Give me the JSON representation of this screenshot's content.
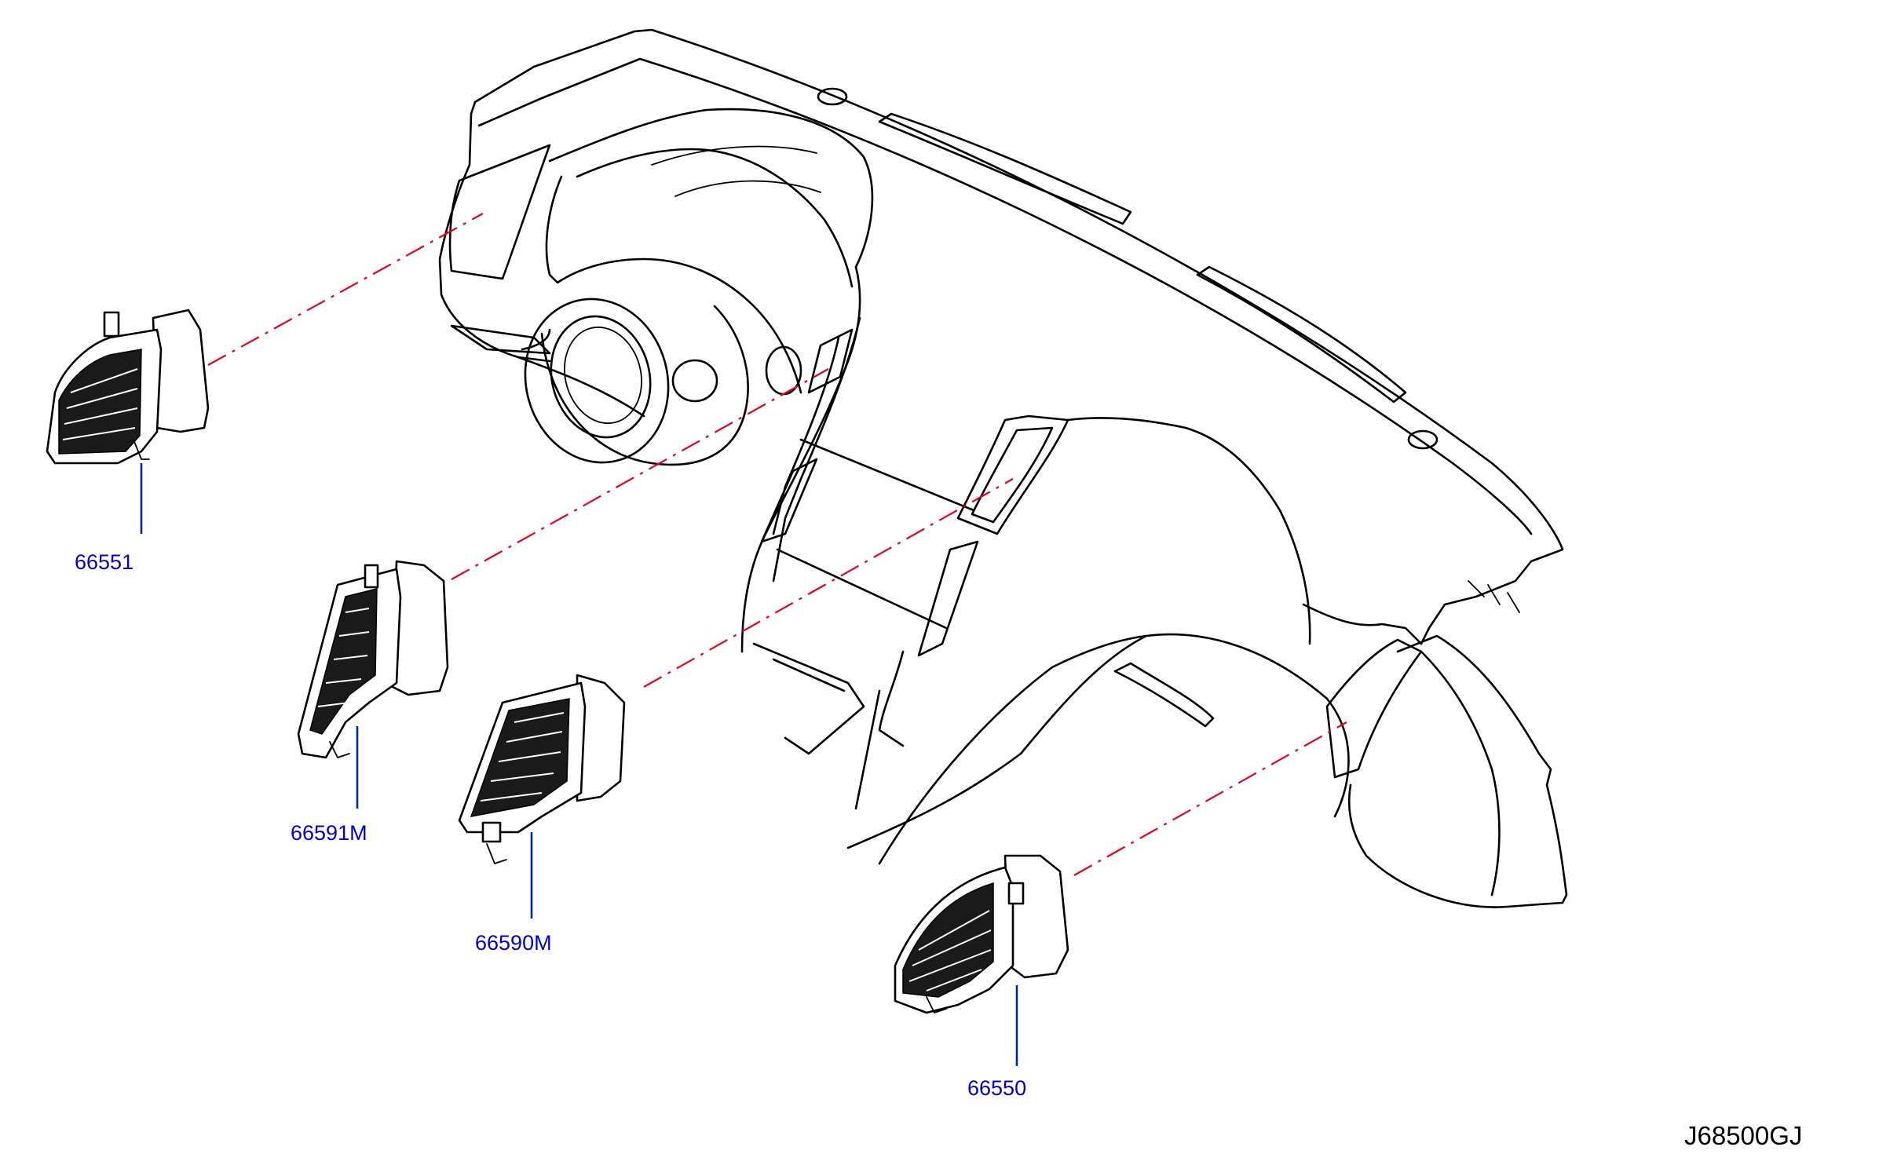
{
  "parts": [
    {
      "id": "66551",
      "label": "66551"
    },
    {
      "id": "66591M",
      "label": "66591M"
    },
    {
      "id": "66590M",
      "label": "66590M"
    },
    {
      "id": "66550",
      "label": "66550"
    }
  ],
  "diagram_code": "J68500GJ",
  "colors": {
    "label": "#0000cc",
    "leader": "#00289a",
    "guide": "#e8001c",
    "linework": "#000000"
  }
}
